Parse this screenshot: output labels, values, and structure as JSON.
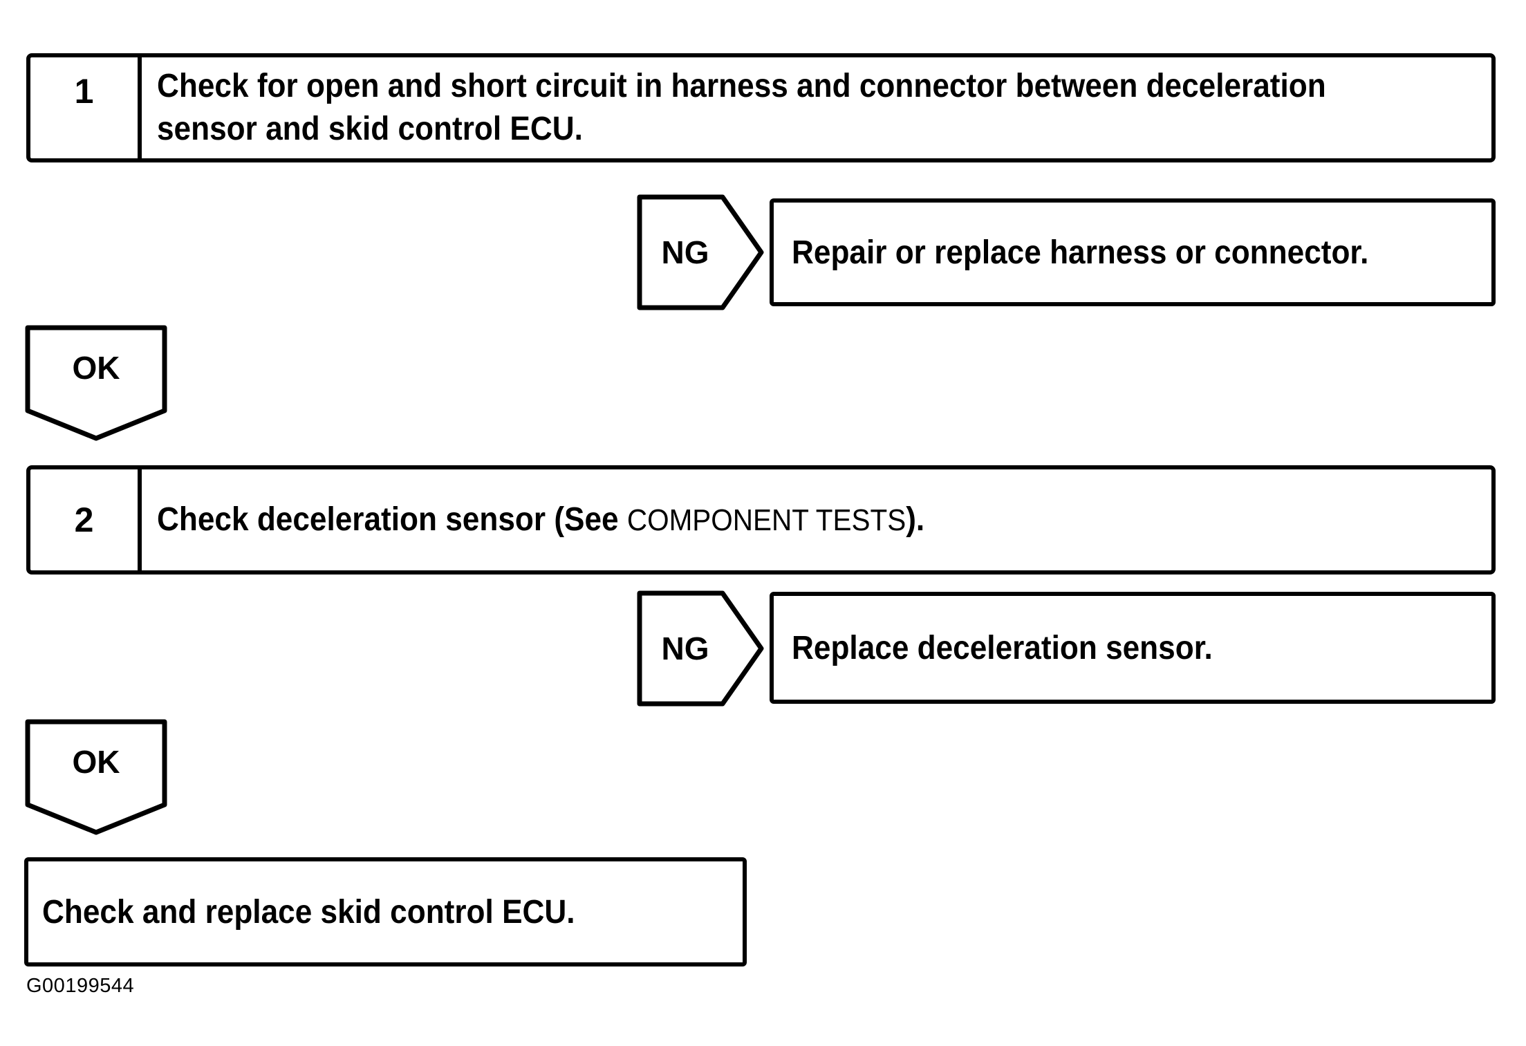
{
  "figure": {
    "id_label": "G00199544",
    "colors": {
      "line": "#000000",
      "background": "#ffffff"
    }
  },
  "steps": [
    {
      "number": "1",
      "instruction_lines": [
        "Check for open and short circuit in harness and connector between deceleration",
        "sensor and skid control ECU."
      ],
      "ng": {
        "label": "NG",
        "action": "Repair or replace harness or connector."
      },
      "ok": {
        "label": "OK"
      }
    },
    {
      "number": "2",
      "instruction_prefix": "Check deceleration sensor (See ",
      "instruction_reference": "COMPONENT TESTS",
      "instruction_suffix": ").",
      "ng": {
        "label": "NG",
        "action": "Replace deceleration sensor."
      },
      "ok": {
        "label": "OK"
      }
    }
  ],
  "final_step": {
    "action": "Check and replace skid control ECU."
  }
}
